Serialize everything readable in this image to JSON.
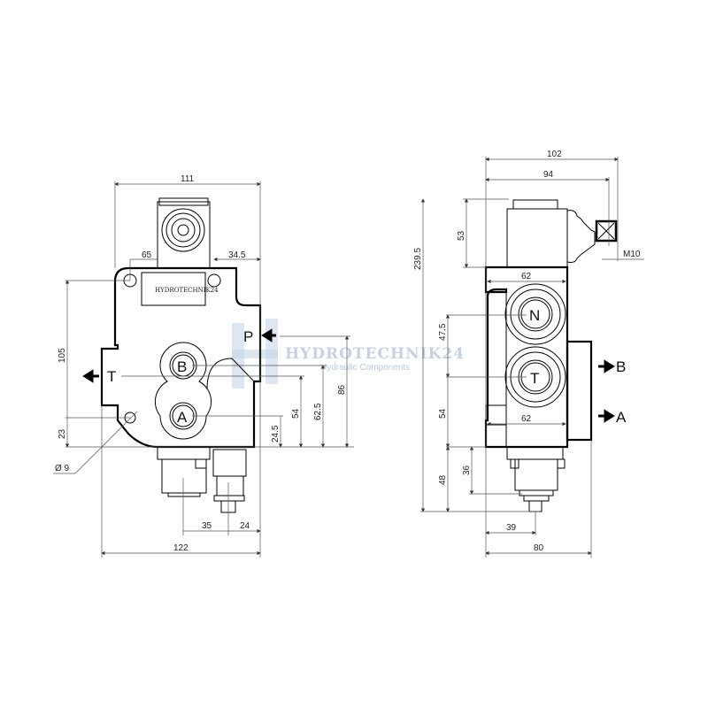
{
  "watermark": {
    "brand": "HYDROTECHNIK24",
    "tagline": "Hydraulic Components"
  },
  "front_view": {
    "ports": {
      "P": "P",
      "T": "T",
      "B": "B",
      "A": "A"
    },
    "dims": {
      "overall_top": "111",
      "hole_left": "65",
      "hole_right": "34.5",
      "height_105": "105",
      "height_23": "23",
      "hole_dia": "Ø 9",
      "a_height": "24.5",
      "t_height": "54",
      "b_height": "62.5",
      "p_height": "86",
      "bottom_35": "35",
      "bottom_24": "24",
      "overall_width": "122"
    }
  },
  "side_view": {
    "ports": {
      "N": "N",
      "T": "T",
      "B": "B",
      "A": "A"
    },
    "dims": {
      "overall_102": "102",
      "width_94": "94",
      "solenoid_53": "53",
      "thread": "M10",
      "body_62_top": "62",
      "body_62_bottom": "62",
      "total_height": "239.5",
      "port_spacing": "47.5",
      "t_height": "54",
      "bottom_48": "48",
      "bottom_36": "36",
      "stub_39": "39",
      "overall_80": "80"
    }
  }
}
